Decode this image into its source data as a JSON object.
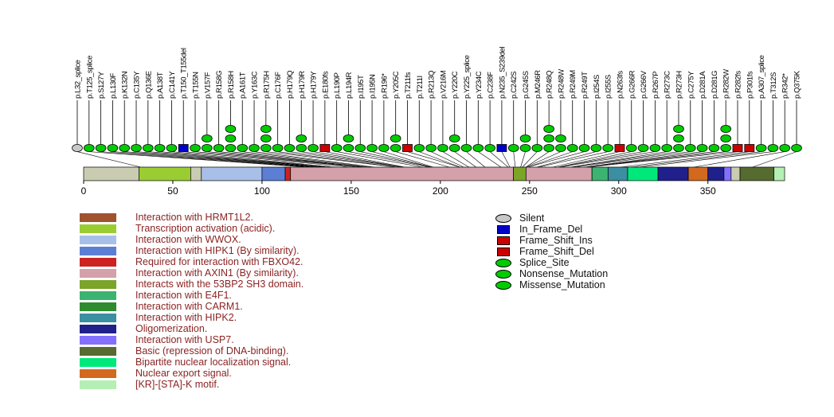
{
  "chart_data": {
    "type": "lollipop",
    "x_axis": {
      "ticks": [
        0,
        50,
        100,
        150,
        200,
        250,
        300,
        350
      ],
      "max": 393
    },
    "variant_styles": {
      "Silent": {
        "color": "#C8C8C8",
        "shape": "ellipse"
      },
      "In_Frame_Del": {
        "color": "#0000CC",
        "shape": "rect"
      },
      "Frame_Shift_Ins": {
        "color": "#CC0000",
        "shape": "rect"
      },
      "Frame_Shift_Del": {
        "color": "#CC0000",
        "shape": "rect"
      },
      "Splice_Site": {
        "color": "#00CC00",
        "shape": "ellipse"
      },
      "Nonsense_Mutation": {
        "color": "#00CC00",
        "shape": "ellipse"
      },
      "Missense_Mutation": {
        "color": "#00CC00",
        "shape": "ellipse"
      }
    },
    "mutations": [
      {
        "label": "p.L32_splice",
        "pos": 32,
        "type": "Silent",
        "count": 1
      },
      {
        "label": "p.T125_splice",
        "pos": 125,
        "type": "Splice_Site",
        "count": 1
      },
      {
        "label": "p.S127Y",
        "pos": 127,
        "type": "Missense_Mutation",
        "count": 1
      },
      {
        "label": "p.L130F",
        "pos": 130,
        "type": "Missense_Mutation",
        "count": 1
      },
      {
        "label": "p.K132N",
        "pos": 132,
        "type": "Missense_Mutation",
        "count": 1
      },
      {
        "label": "p.C135Y",
        "pos": 135,
        "type": "Missense_Mutation",
        "count": 1
      },
      {
        "label": "p.Q136E",
        "pos": 136,
        "type": "Missense_Mutation",
        "count": 1
      },
      {
        "label": "p.A138T",
        "pos": 138,
        "type": "Missense_Mutation",
        "count": 1
      },
      {
        "label": "p.C141Y",
        "pos": 141,
        "type": "Missense_Mutation",
        "count": 1
      },
      {
        "label": "p.T150_T155del",
        "pos": 150,
        "type": "In_Frame_Del",
        "count": 1
      },
      {
        "label": "p.T155N",
        "pos": 155,
        "type": "Missense_Mutation",
        "count": 1
      },
      {
        "label": "p.V157F",
        "pos": 157,
        "type": "Missense_Mutation",
        "count": 2
      },
      {
        "label": "p.R158G",
        "pos": 158,
        "type": "Missense_Mutation",
        "count": 1
      },
      {
        "label": "p.R158H",
        "pos": 158,
        "type": "Missense_Mutation",
        "count": 3
      },
      {
        "label": "p.A161T",
        "pos": 161,
        "type": "Missense_Mutation",
        "count": 1
      },
      {
        "label": "p.Y163C",
        "pos": 163,
        "type": "Missense_Mutation",
        "count": 1
      },
      {
        "label": "p.R175H",
        "pos": 175,
        "type": "Missense_Mutation",
        "count": 3
      },
      {
        "label": "p.C176F",
        "pos": 176,
        "type": "Missense_Mutation",
        "count": 1
      },
      {
        "label": "p.H179Q",
        "pos": 179,
        "type": "Missense_Mutation",
        "count": 1
      },
      {
        "label": "p.H179R",
        "pos": 179,
        "type": "Missense_Mutation",
        "count": 2
      },
      {
        "label": "p.H179Y",
        "pos": 179,
        "type": "Missense_Mutation",
        "count": 1
      },
      {
        "label": "p.E180fs",
        "pos": 180,
        "type": "Frame_Shift_Del",
        "count": 1
      },
      {
        "label": "p.L190P",
        "pos": 190,
        "type": "Missense_Mutation",
        "count": 1
      },
      {
        "label": "p.L194R",
        "pos": 194,
        "type": "Missense_Mutation",
        "count": 2
      },
      {
        "label": "p.I195T",
        "pos": 195,
        "type": "Missense_Mutation",
        "count": 1
      },
      {
        "label": "p.I195N",
        "pos": 195,
        "type": "Missense_Mutation",
        "count": 1
      },
      {
        "label": "p.R196*",
        "pos": 196,
        "type": "Nonsense_Mutation",
        "count": 1
      },
      {
        "label": "p.Y205C",
        "pos": 205,
        "type": "Missense_Mutation",
        "count": 2
      },
      {
        "label": "p.T211fs",
        "pos": 211,
        "type": "Frame_Shift_Ins",
        "count": 1
      },
      {
        "label": "p.T211I",
        "pos": 211,
        "type": "Missense_Mutation",
        "count": 1
      },
      {
        "label": "p.R213Q",
        "pos": 213,
        "type": "Missense_Mutation",
        "count": 1
      },
      {
        "label": "p.V216M",
        "pos": 216,
        "type": "Missense_Mutation",
        "count": 1
      },
      {
        "label": "p.Y220C",
        "pos": 220,
        "type": "Missense_Mutation",
        "count": 2
      },
      {
        "label": "p.Y225_splice",
        "pos": 225,
        "type": "Splice_Site",
        "count": 1
      },
      {
        "label": "p.Y234C",
        "pos": 234,
        "type": "Missense_Mutation",
        "count": 1
      },
      {
        "label": "p.C238F",
        "pos": 238,
        "type": "Missense_Mutation",
        "count": 1
      },
      {
        "label": "p.N235_S239del",
        "pos": 239,
        "type": "In_Frame_Del",
        "count": 1
      },
      {
        "label": "p.C242S",
        "pos": 242,
        "type": "Missense_Mutation",
        "count": 1
      },
      {
        "label": "p.G245S",
        "pos": 245,
        "type": "Missense_Mutation",
        "count": 2
      },
      {
        "label": "p.M246R",
        "pos": 246,
        "type": "Missense_Mutation",
        "count": 1
      },
      {
        "label": "p.R248Q",
        "pos": 248,
        "type": "Missense_Mutation",
        "count": 3
      },
      {
        "label": "p.R248W",
        "pos": 248,
        "type": "Missense_Mutation",
        "count": 2
      },
      {
        "label": "p.R249M",
        "pos": 249,
        "type": "Missense_Mutation",
        "count": 1
      },
      {
        "label": "p.R249T",
        "pos": 249,
        "type": "Missense_Mutation",
        "count": 1
      },
      {
        "label": "p.I254S",
        "pos": 254,
        "type": "Missense_Mutation",
        "count": 1
      },
      {
        "label": "p.I255S",
        "pos": 255,
        "type": "Missense_Mutation",
        "count": 1
      },
      {
        "label": "p.N263fs",
        "pos": 263,
        "type": "Frame_Shift_Del",
        "count": 1
      },
      {
        "label": "p.G266R",
        "pos": 266,
        "type": "Missense_Mutation",
        "count": 1
      },
      {
        "label": "p.G266V",
        "pos": 266,
        "type": "Missense_Mutation",
        "count": 1
      },
      {
        "label": "p.R267P",
        "pos": 267,
        "type": "Missense_Mutation",
        "count": 1
      },
      {
        "label": "p.R273C",
        "pos": 273,
        "type": "Missense_Mutation",
        "count": 1
      },
      {
        "label": "p.R273H",
        "pos": 273,
        "type": "Missense_Mutation",
        "count": 3
      },
      {
        "label": "p.C275Y",
        "pos": 275,
        "type": "Missense_Mutation",
        "count": 1
      },
      {
        "label": "p.D281A",
        "pos": 281,
        "type": "Missense_Mutation",
        "count": 1
      },
      {
        "label": "p.D281G",
        "pos": 281,
        "type": "Missense_Mutation",
        "count": 1
      },
      {
        "label": "p.R282W",
        "pos": 282,
        "type": "Missense_Mutation",
        "count": 3
      },
      {
        "label": "p.R282fs",
        "pos": 282,
        "type": "Frame_Shift_Del",
        "count": 1
      },
      {
        "label": "p.P301fs",
        "pos": 301,
        "type": "Frame_Shift_Ins",
        "count": 1
      },
      {
        "label": "p.A307_splice",
        "pos": 307,
        "type": "Splice_Site",
        "count": 1
      },
      {
        "label": "p.T312S",
        "pos": 312,
        "type": "Missense_Mutation",
        "count": 1
      },
      {
        "label": "p.R342*",
        "pos": 342,
        "type": "Nonsense_Mutation",
        "count": 1
      },
      {
        "label": "p.Q375K",
        "pos": 375,
        "type": "Missense_Mutation",
        "count": 1
      }
    ],
    "protein_bar": [
      {
        "from": 0,
        "to": 31,
        "color": "#C9CCB1",
        "name": "backbone"
      },
      {
        "from": 31,
        "to": 60,
        "color": "#9ACD32",
        "name": "Transcription activation (acidic)"
      },
      {
        "from": 60,
        "to": 66,
        "color": "#C9CCB1",
        "name": "backbone"
      },
      {
        "from": 66,
        "to": 100,
        "color": "#A8C0E8",
        "name": "Interaction with WWOX"
      },
      {
        "from": 100,
        "to": 113,
        "color": "#5B7FD4",
        "name": "Interaction with HIPK1"
      },
      {
        "from": 113,
        "to": 116,
        "color": "#CC2222",
        "name": "Required for interaction with FBXO42"
      },
      {
        "from": 116,
        "to": 241,
        "color": "#D4A0AA",
        "name": "Interaction with AXIN1"
      },
      {
        "from": 241,
        "to": 248,
        "color": "#7BA428",
        "name": "Interacts with the 53BP2 SH3 domain"
      },
      {
        "from": 248,
        "to": 285,
        "color": "#D4A0AA",
        "name": "Interaction with AXIN1"
      },
      {
        "from": 285,
        "to": 294,
        "color": "#3CB371",
        "name": "Interaction with E4F1"
      },
      {
        "from": 294,
        "to": 305,
        "color": "#3A8FA0",
        "name": "Interaction with HIPK2"
      },
      {
        "from": 305,
        "to": 322,
        "color": "#00E87A",
        "name": "Bipartite nuclear localization signal"
      },
      {
        "from": 322,
        "to": 339,
        "color": "#20208C",
        "name": "Oligomerization"
      },
      {
        "from": 339,
        "to": 350,
        "color": "#D2691E",
        "name": "Nuclear export signal"
      },
      {
        "from": 350,
        "to": 359,
        "color": "#20208C",
        "name": "Oligomerization"
      },
      {
        "from": 359,
        "to": 363,
        "color": "#8470FF",
        "name": "Interaction with USP7"
      },
      {
        "from": 363,
        "to": 368,
        "color": "#C9CCB1",
        "name": "backbone"
      },
      {
        "from": 368,
        "to": 387,
        "color": "#556B2F",
        "name": "Basic (repression of DNA-binding)"
      },
      {
        "from": 387,
        "to": 393,
        "color": "#B4F0B4",
        "name": "[KR]-[STA]-K motif"
      }
    ],
    "domain_legend": [
      {
        "label": "Interaction with HRMT1L2.",
        "color": "#A0522D"
      },
      {
        "label": "Transcription activation (acidic).",
        "color": "#9ACD32"
      },
      {
        "label": "Interaction with WWOX.",
        "color": "#A8C0E8"
      },
      {
        "label": "Interaction with HIPK1 (By similarity).",
        "color": "#5B7FD4"
      },
      {
        "label": "Required for interaction with FBXO42.",
        "color": "#CC2222"
      },
      {
        "label": "Interaction with AXIN1 (By similarity).",
        "color": "#D4A0AA"
      },
      {
        "label": "Interacts with the 53BP2 SH3 domain.",
        "color": "#7BA428"
      },
      {
        "label": "Interaction with E4F1.",
        "color": "#3CB371"
      },
      {
        "label": "Interaction with CARM1.",
        "color": "#2E8B2E"
      },
      {
        "label": "Interaction with HIPK2.",
        "color": "#3A8FA0"
      },
      {
        "label": "Oligomerization.",
        "color": "#20208C"
      },
      {
        "label": "Interaction with USP7.",
        "color": "#8470FF"
      },
      {
        "label": "Basic (repression of DNA-binding).",
        "color": "#556B2F"
      },
      {
        "label": "Bipartite nuclear localization signal.",
        "color": "#00E87A"
      },
      {
        "label": "Nuclear export signal.",
        "color": "#D2691E"
      },
      {
        "label": "[KR]-[STA]-K motif.",
        "color": "#B4F0B4"
      }
    ],
    "mutation_type_legend": [
      {
        "label": "Silent",
        "type": "Silent"
      },
      {
        "label": "In_Frame_Del",
        "type": "In_Frame_Del"
      },
      {
        "label": "Frame_Shift_Ins",
        "type": "Frame_Shift_Ins"
      },
      {
        "label": "Frame_Shift_Del",
        "type": "Frame_Shift_Del"
      },
      {
        "label": "Splice_Site",
        "type": "Splice_Site"
      },
      {
        "label": "Nonsense_Mutation",
        "type": "Nonsense_Mutation"
      },
      {
        "label": "Missense_Mutation",
        "type": "Missense_Mutation"
      }
    ]
  }
}
